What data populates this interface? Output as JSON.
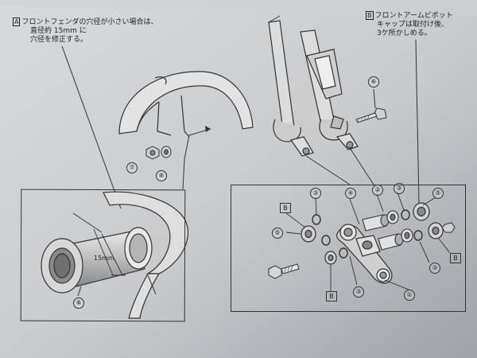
{
  "note_a": {
    "letter": "A",
    "lines": [
      "フロントフェンダの穴径が小さい場合は、",
      "直径約 15mm に",
      "穴径を修正する。"
    ]
  },
  "note_b": {
    "letter": "B",
    "lines": [
      "フロントアームピボット",
      "キャップは取付け後、",
      "3ケ所かしめる。"
    ]
  },
  "dimension_label": "15mm",
  "callouts": {
    "c6": "⑥",
    "c7": "⑦",
    "c8a": "⑧",
    "c8b": "⑧",
    "c3a": "③",
    "c4": "④",
    "c2": "②",
    "c3b": "③",
    "c5a": "⑤",
    "c5b": "⑤",
    "c3c": "③",
    "c3d": "③",
    "c3e": "③",
    "c1": "①"
  },
  "b_labels": {
    "b1": "B",
    "b2": "B",
    "b3": "B"
  }
}
